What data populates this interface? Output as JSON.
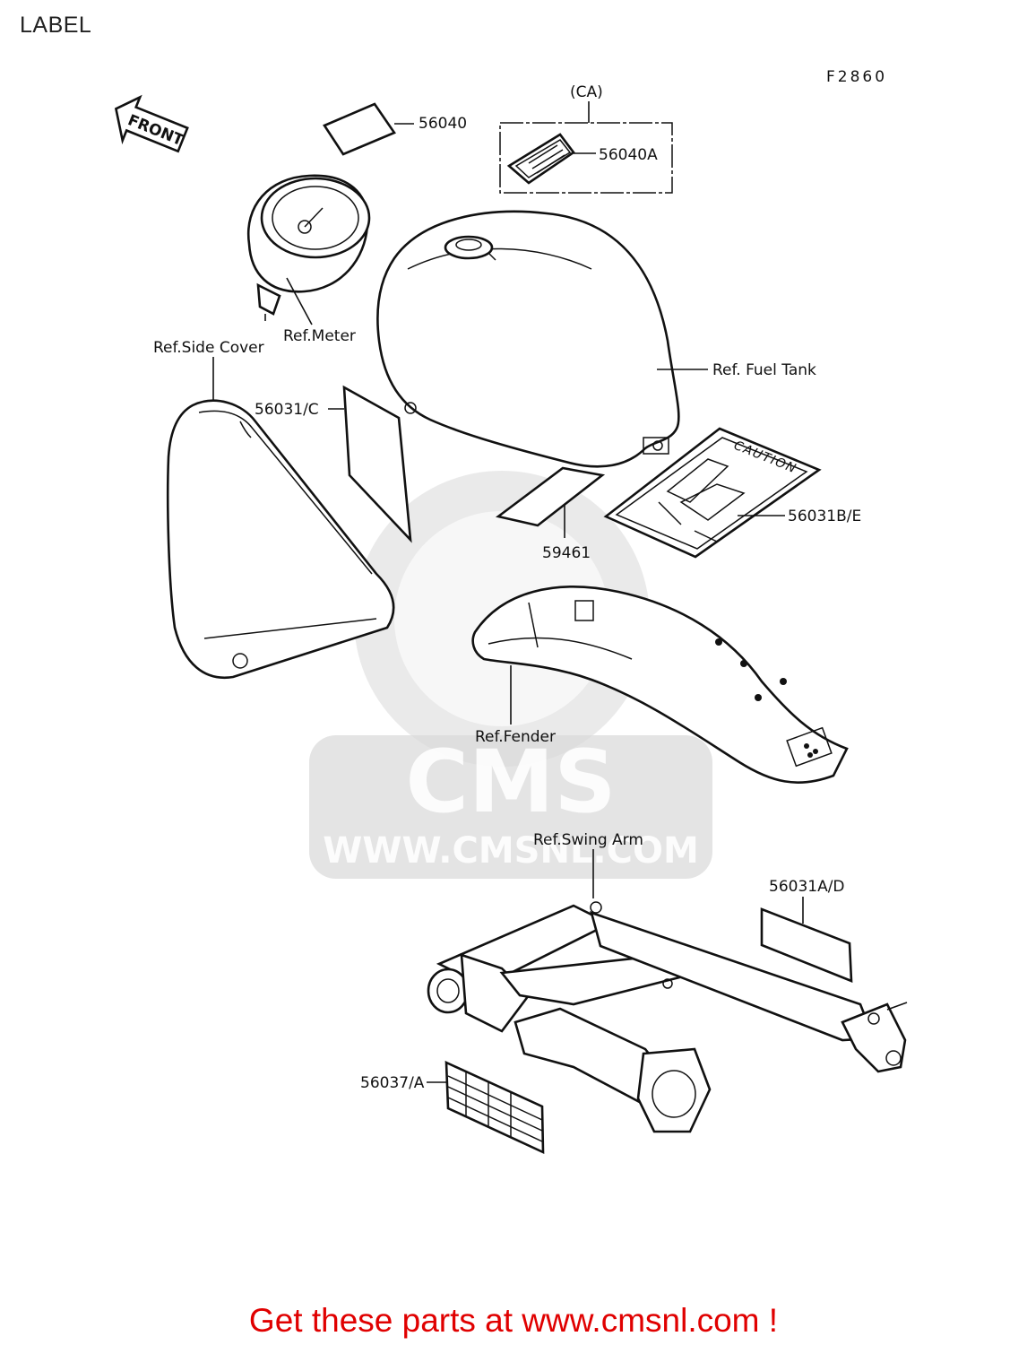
{
  "title": "LABEL",
  "figure_code": "F2860",
  "direction_arrow": "FRONT",
  "watermark": {
    "brand": "CMS",
    "url": "WWW.CMSNL.COM",
    "color": "#d8d8d8"
  },
  "labels": {
    "ca": "(CA)",
    "p56040": "56040",
    "p56040a": "56040A",
    "ref_meter": "Ref.Meter",
    "ref_side_cover": "Ref.Side Cover",
    "ref_fuel_tank": "Ref. Fuel Tank",
    "p56031c": "56031/C",
    "caution": "CAUTION",
    "p56031be": "56031B/E",
    "p59461": "59461",
    "ref_fender": "Ref.Fender",
    "ref_swing_arm": "Ref.Swing Arm",
    "p56031ad": "56031A/D",
    "p56037a": "56037/A"
  },
  "footer": {
    "text": "Get these parts at www.cmsnl.com !",
    "color": "#e00000"
  }
}
